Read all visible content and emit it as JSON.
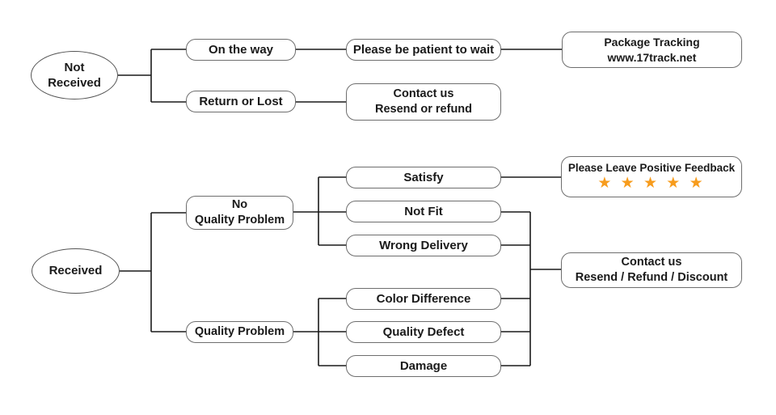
{
  "diagram_title": "Order dispute resolution flowchart",
  "colors": {
    "star": "#F79C1D",
    "line": "#1a1a1a",
    "box_border": "#6e6e6e"
  },
  "nodes": {
    "not_received": "Not\nReceived",
    "on_the_way": "On the way",
    "return_or_lost": "Return or Lost",
    "be_patient": "Please be patient to wait",
    "package_tracking": "Package Tracking\nwww.17track.net",
    "contact_resend_refund": "Contact us\nResend or refund",
    "received": "Received",
    "no_quality_problem": "No\nQuality Problem",
    "quality_problem": "Quality Problem",
    "satisfy": "Satisfy",
    "not_fit": "Not Fit",
    "wrong_delivery": "Wrong Delivery",
    "color_difference": "Color Difference",
    "quality_defect": "Quality Defect",
    "damage": "Damage",
    "positive_feedback": "Please Leave Positive Feedback",
    "star_rating": "★ ★ ★ ★ ★",
    "contact_resend_refund_discount": "Contact us\nResend / Refund / Discount"
  }
}
